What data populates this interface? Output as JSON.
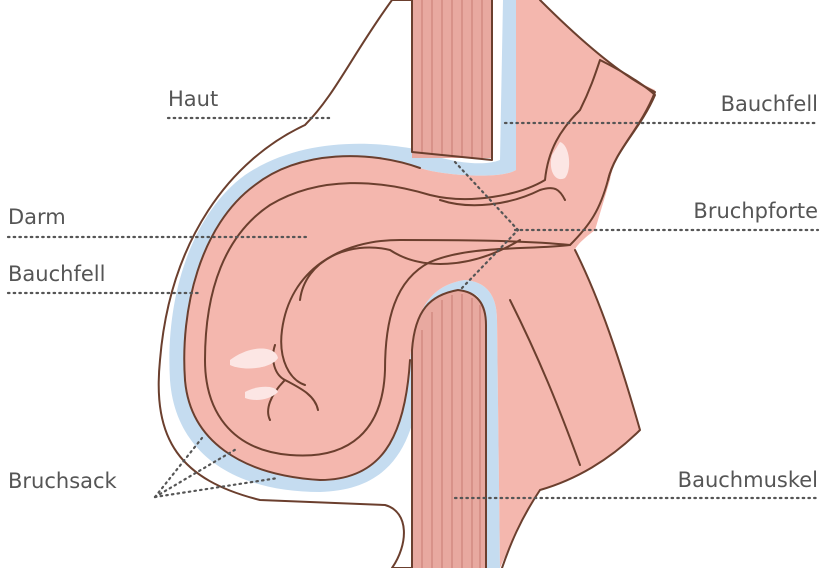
{
  "labels": {
    "haut": "Haut",
    "darm": "Darm",
    "bauchfell_left": "Bauchfell",
    "bruchsack": "Bruchsack",
    "bauchfell_right": "Bauchfell",
    "bruchpforte": "Bruchpforte",
    "bauchmuskel": "Bauchmuskel"
  },
  "colors": {
    "skin": "#fde1b6",
    "peritoneum": "#c5dcf0",
    "tissue": "#f4b7ae",
    "intestine": "#f6c6c2",
    "muscle_stripe": "#e8a9a0",
    "outline": "#6b3f2e",
    "highlight": "#fce6e4",
    "text": "#555555"
  }
}
